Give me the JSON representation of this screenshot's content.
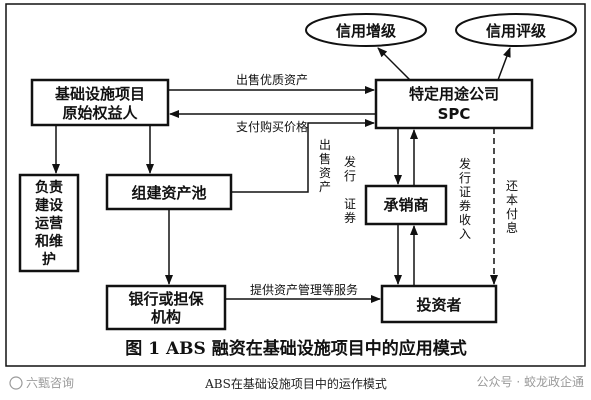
{
  "nodes": {
    "credit_enhancement": "信用增级",
    "credit_rating": "信用评级",
    "originator_line1": "基础设施项目",
    "originator_line2": "原始权益人",
    "spc_line1": "特定用途公司",
    "spc_line2": "SPC",
    "operate_maintain": [
      "负责",
      "建设",
      "运营",
      "和维",
      "护"
    ],
    "asset_pool": "组建资产池",
    "underwriter": "承销商",
    "bank_line1": "银行或担保",
    "bank_line2": "机构",
    "investor": "投资者"
  },
  "edges": {
    "sell_quality_assets": "出售优质资产",
    "pay_purchase_price": "支付购买价格",
    "sell_assets_vertical": [
      "出",
      "售",
      "资",
      "产"
    ],
    "issue_securities_left": [
      "发",
      "行",
      "证",
      "券"
    ],
    "issue_securities_income": [
      "发",
      "行",
      "证",
      "券",
      "收",
      "入"
    ],
    "repay_principal_interest": [
      "还",
      "本",
      "付",
      "息"
    ],
    "provide_asset_management": "提供资产管理等服务"
  },
  "caption": "图 1 ABS 融资在基础设施项目中的应用模式",
  "subcaption": "ABS在基础设施项目中的运作模式",
  "watermarks": {
    "left": "六甄咨询",
    "right": "公众号 · 蛟龙政企通"
  }
}
